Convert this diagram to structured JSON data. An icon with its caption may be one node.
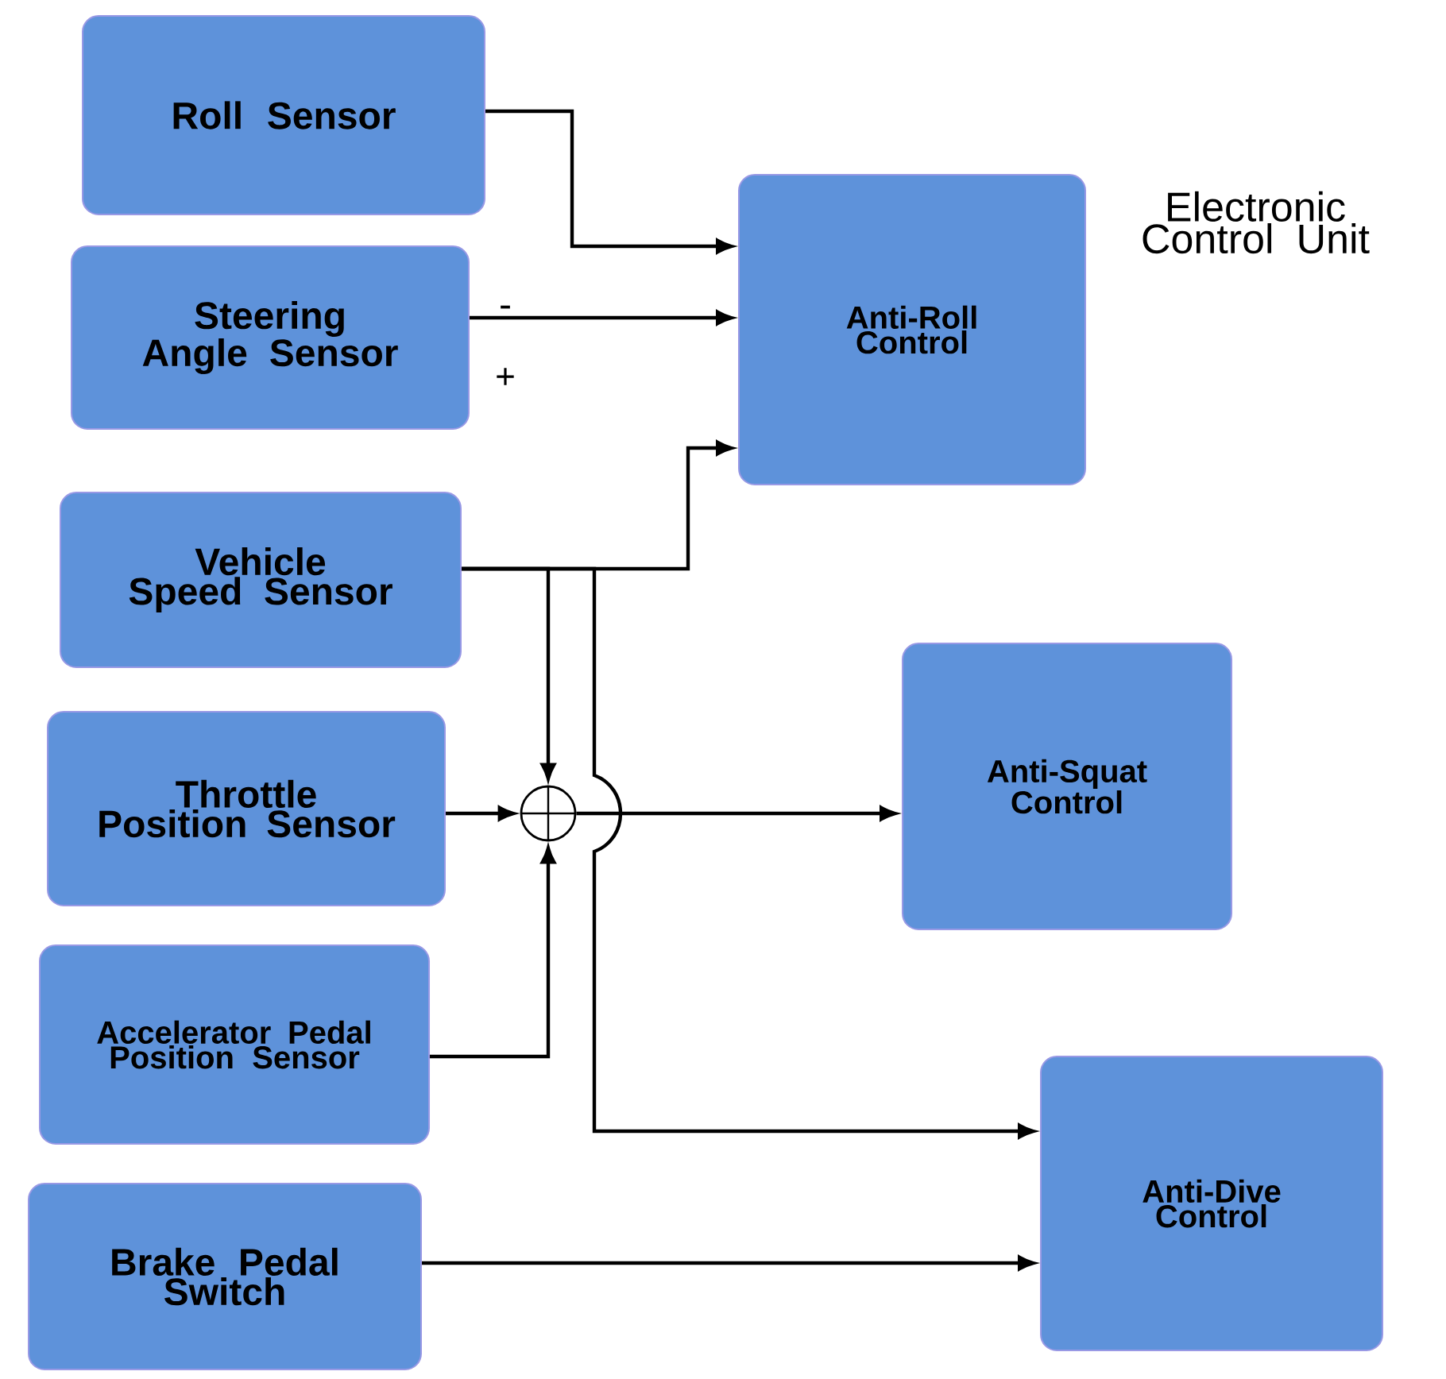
{
  "diagram": {
    "nodes": [
      {
        "text": [
          "Roll Sensor"
        ]
      },
      {
        "text": [
          "Steering Angle Sensor"
        ]
      },
      {
        "text": [
          "Vehicle Speed Sensor"
        ]
      },
      {
        "text": [
          "Throttle Position Sensor"
        ]
      },
      {
        "text": [
          "Accelerator Pedal Position Sensor"
        ]
      },
      {
        "text": [
          "Brake Pedal Switch"
        ]
      },
      {
        "text": [
          "Anti-Roll Control"
        ]
      },
      {
        "text": [
          "Anti-Squat Control"
        ]
      },
      {
        "text": [
          "Anti-Dive Control"
        ]
      },
      {
        "text": [],
        "shape": "circle"
      }
    ],
    "edges": [
      {
        "from": 0,
        "to": 6,
        "arrow": "to"
      },
      {
        "from": 1,
        "to": 6,
        "arrow": "to"
      },
      {
        "from": 2,
        "to": 6,
        "arrow": "to"
      },
      {
        "from": 2,
        "to": 9,
        "arrow": "to"
      },
      {
        "from": 2,
        "to": 8,
        "arrow": "to"
      },
      {
        "from": 3,
        "to": 9,
        "arrow": "to"
      },
      {
        "from": 4,
        "to": 9,
        "arrow": "to"
      },
      {
        "from": 9,
        "to": 7,
        "arrow": "to"
      },
      {
        "from": 5,
        "to": 8,
        "arrow": "to"
      }
    ],
    "labels": [
      "Electronic Control Unit",
      "-",
      "+"
    ]
  }
}
